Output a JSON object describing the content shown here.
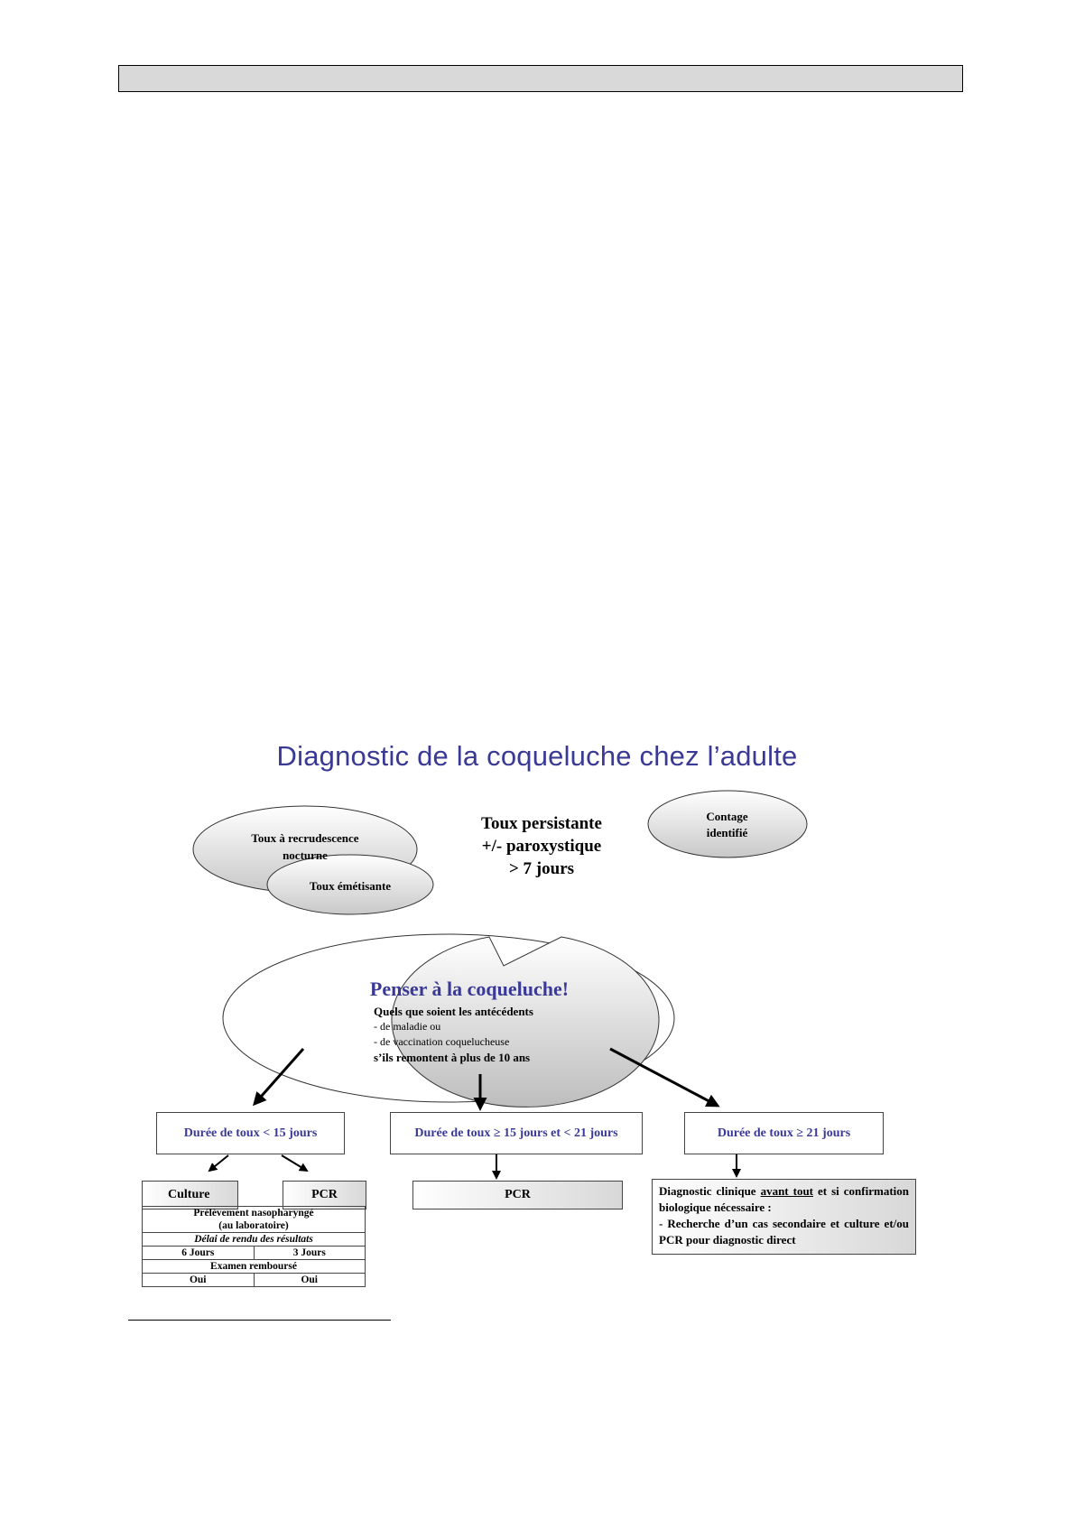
{
  "diagram": {
    "title": "Diagnostic de la coqueluche chez l’adulte",
    "bubbles": {
      "recrudescence": [
        "Toux à recrudescence",
        "nocturne"
      ],
      "emetisante": "Toux émétisante",
      "persistante": [
        "Toux persistante",
        "+/- paroxystique",
        "> 7 jours"
      ],
      "contage": [
        "Contage",
        "identifié"
      ]
    },
    "center": {
      "heading": "Penser à la coqueluche!",
      "line1": "Quels que soient les antécédents",
      "line2": "- de maladie ou",
      "line3": "- de vaccination coquelucheuse",
      "line4": "s’ils remontent à plus de 10 ans"
    },
    "branches": {
      "left": {
        "label": "Durée de toux < 15 jours",
        "culture": "Culture",
        "pcr": "PCR",
        "table": {
          "prelevement_1": "Prélèvement nasopharyngé",
          "prelevement_2": "(au laboratoire)",
          "delai": "Délai de rendu des résultats",
          "delai_culture": "6 Jours",
          "delai_pcr": "3 Jours",
          "rembourse": "Examen remboursé",
          "remb_culture": "Oui",
          "remb_pcr": "Oui"
        }
      },
      "middle": {
        "label": "Durée de toux ≥ 15 jours et < 21 jours",
        "pcr": "PCR"
      },
      "right": {
        "label": "Durée de toux ≥  21 jours",
        "diag_a": "Diagnostic clinique ",
        "diag_u": "avant tout",
        "diag_b": " et si confirmation biologique nécessaire :",
        "diag_c": "- Recherche d’un cas secondaire et culture et/ou PCR pour diagnostic direct"
      }
    }
  }
}
